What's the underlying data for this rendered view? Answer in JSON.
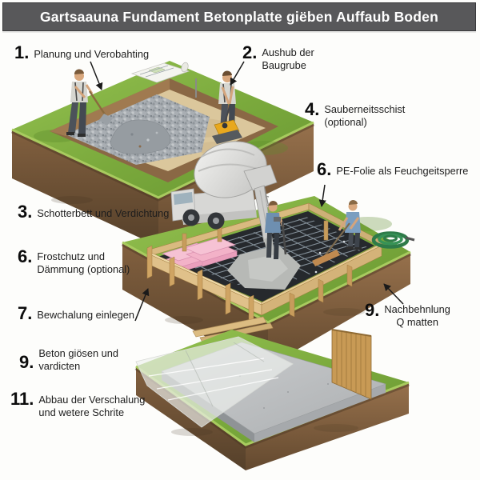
{
  "title": "Gartsaauna Fundament Betonplatte giëben Auffaub Boden",
  "steps": [
    {
      "num": "1.",
      "line1": "Planung und Verobahting",
      "line2": ""
    },
    {
      "num": "2.",
      "line1": "Aushub der",
      "line2": "Baugrube"
    },
    {
      "num": "4.",
      "line1": "Sauberneitsschist",
      "line2": "(optional)"
    },
    {
      "num": "6.",
      "line1": "PE-Folie als Feuchgeitsperre",
      "line2": ""
    },
    {
      "num": "3.",
      "line1": "Schotterbett und Verdichtung",
      "line2": ""
    },
    {
      "num": "6.",
      "line1": "Frostchutz und",
      "line2": "Dämmung (optional)"
    },
    {
      "num": "7.",
      "line1": "Bewchalung einlegen",
      "line2": ""
    },
    {
      "num": "9.",
      "line1": "Nachbehnlung",
      "line2": "Q matten"
    },
    {
      "num": "9.",
      "line1": "Beton giösen und",
      "line2": "vardicten"
    },
    {
      "num": "11.",
      "line1": "Abbau der Verschalung",
      "line2": "und wetere Schrite"
    }
  ],
  "colors": {
    "title_bar": "#58585a",
    "grass": "#7fae3e",
    "soil": "#7d5c3c",
    "gravel": "#a9aeb3",
    "sand": "#dbc79c",
    "formwork_wood": "#ddbe85",
    "insulation_pink": "#f3b2c8",
    "pe_foil_black": "#26292d",
    "concrete": "#b9bcbe",
    "hose_green": "#2e7b49",
    "compactor_yellow": "#e8a81e"
  }
}
